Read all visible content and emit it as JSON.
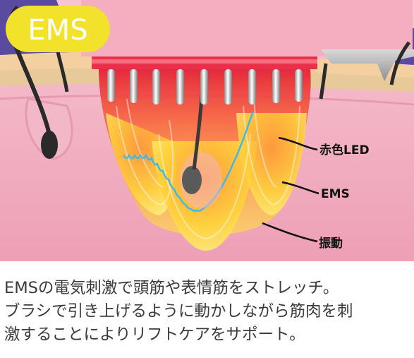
{
  "badge": {
    "label": "EMS",
    "color": "#f3e22b"
  },
  "callouts": [
    {
      "key": "led",
      "label": "赤色LED"
    },
    {
      "key": "ems",
      "label": "EMS"
    },
    {
      "key": "vibration",
      "label": "振動"
    }
  ],
  "caption": {
    "lines": [
      "EMSの電気刺激で頭筋や表情筋をストレッチ。",
      "ブラシで引き上げるように動かしながら筋肉を刺",
      "激することによりリフトケアをサポート。"
    ]
  },
  "colors": {
    "skin": "#f2b3c3",
    "scalp_band": "#e8c99a",
    "led_red": "#e8304a",
    "ems_yellow": "#ffe640",
    "vibration_blue": "#41b9e8",
    "hair": "#2a2a2a",
    "background_purple": "#5a4aa0"
  }
}
